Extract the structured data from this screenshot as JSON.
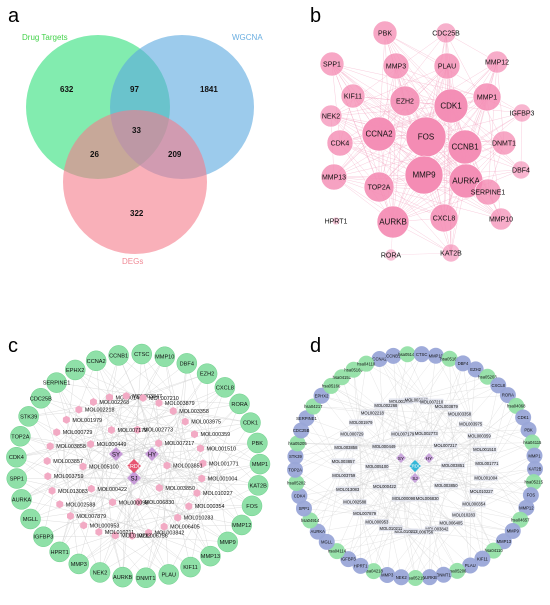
{
  "panels": {
    "a": {
      "label": "a",
      "sets": [
        {
          "name": "Drug Targets",
          "color": "#2ee07a",
          "label_color": "#43d24a"
        },
        {
          "name": "WGCNA",
          "color": "#5aa8e0",
          "label_color": "#6aaee0"
        },
        {
          "name": "DEGs",
          "color": "#f57b8a",
          "label_color": "#f08a96"
        }
      ],
      "regions": {
        "drug_only": "632",
        "wgcna_only": "1841",
        "degs_only": "322",
        "drug_wgcna": "97",
        "drug_degs": "26",
        "wgcna_degs": "209",
        "all_three": "33"
      }
    },
    "b": {
      "label": "b",
      "node_color": "#f48cb4",
      "edge_color": "#f3a2c0",
      "nodes": [
        {
          "name": "PBK",
          "size": 10
        },
        {
          "name": "CDC25B",
          "size": 8
        },
        {
          "name": "SPP1",
          "size": 10
        },
        {
          "name": "MMP3",
          "size": 11
        },
        {
          "name": "PLAU",
          "size": 11
        },
        {
          "name": "MMP12",
          "size": 9
        },
        {
          "name": "KIF11",
          "size": 10
        },
        {
          "name": "EZH2",
          "size": 13
        },
        {
          "name": "CDK1",
          "size": 15
        },
        {
          "name": "MMP1",
          "size": 12
        },
        {
          "name": "IGFBP3",
          "size": 7
        },
        {
          "name": "NEK2",
          "size": 9
        },
        {
          "name": "CCNA2",
          "size": 15
        },
        {
          "name": "FOS",
          "size": 18
        },
        {
          "name": "CCNB1",
          "size": 15
        },
        {
          "name": "DNMT1",
          "size": 10
        },
        {
          "name": "CDK4",
          "size": 11
        },
        {
          "name": "DBF4",
          "size": 7
        },
        {
          "name": "MMP13",
          "size": 11
        },
        {
          "name": "TOP2A",
          "size": 13
        },
        {
          "name": "MMP9",
          "size": 17
        },
        {
          "name": "AURKA",
          "size": 15
        },
        {
          "name": "SERPINE1",
          "size": 11
        },
        {
          "name": "HPRT1",
          "size": 2
        },
        {
          "name": "AURKB",
          "size": 14
        },
        {
          "name": "CXCL8",
          "size": 12
        },
        {
          "name": "MMP10",
          "size": 9
        },
        {
          "name": "RORA",
          "size": 4
        },
        {
          "name": "KAT2B",
          "size": 7
        }
      ]
    },
    "c": {
      "label": "c",
      "colors": {
        "target": "#8fe0a8",
        "compound": "#f2aac4",
        "herb": "#c79bd8",
        "center": "#e65570",
        "edge": "#cfcfcf"
      },
      "targets": [
        "CCNA2",
        "CCNB1",
        "CTSC",
        "MMP10",
        "DBF4",
        "EZH2",
        "CXCL8",
        "RORA",
        "CDK1",
        "PBK",
        "MMP1",
        "KAT2B",
        "FOS",
        "MMP12",
        "MMP9",
        "MMP13",
        "KIF11",
        "PLAU",
        "DNMT1",
        "AURKB",
        "NEK2",
        "MMP3",
        "HPRT1",
        "IGFBP3",
        "MGLL",
        "AURKA",
        "SPP1",
        "CDK4",
        "TOP2A",
        "STK39",
        "CDC25B",
        "SERPINE1",
        "EPHX2"
      ],
      "compounds_outer": [
        "MOL001439",
        "MOL003847",
        "MOL007210",
        "MOL003879",
        "MOL003358",
        "MOL003975",
        "MOL000359",
        "MOL001510",
        "MOL001771",
        "MOL001004",
        "MOL010227",
        "MOL000354",
        "MOL010283",
        "MOL006405",
        "MOL003842",
        "MOL006756",
        "MOL010212",
        "MOL010211",
        "MOL000953",
        "MOL007879",
        "MOL002588",
        "MOL013083",
        "MOL003759",
        "MOL003857",
        "MOL003858",
        "MOL000729",
        "MOL001979",
        "MOL002218",
        "MOL002268"
      ],
      "compounds_inner": [
        "MOL002773",
        "MOL007217",
        "MOL003851",
        "MOL003850",
        "MOL006830",
        "MOL000098",
        "MOL000422",
        "MOL005100",
        "MOL000449",
        "MOL007179"
      ],
      "herbs": [
        "SY",
        "HY",
        "SJ"
      ],
      "center": "ERDC"
    },
    "d": {
      "label": "d",
      "colors": {
        "target": "#9aa6d8",
        "compound": "#d8dbe8",
        "hsa": "#93e0a6",
        "center": "#34b8d8",
        "edge": "#d4d4d4"
      },
      "targets": [
        "CCNA2",
        "CCNB1",
        "CTSC",
        "MMP10",
        "DBF4",
        "EZH2",
        "CXCL8",
        "RORA",
        "CDK1",
        "PBK",
        "MMP1",
        "KAT2B",
        "FOS",
        "MMP12",
        "MMP9",
        "MMP13",
        "KIF11",
        "PLAU",
        "DNMT1",
        "AURKB",
        "NEK2",
        "MMP3",
        "HPRT1",
        "IGFBP3",
        "MGLL",
        "AURKA",
        "SPP1",
        "CDK4",
        "TOP2A",
        "STK39",
        "CDC25B",
        "SERPINE1",
        "EPHX2"
      ],
      "pathways": [
        "hsa05142",
        "hsa05161",
        "hsa05203",
        "hsa04068",
        "hsa04115",
        "hsa05215",
        "hsa04657",
        "hsa04110",
        "hsa05206",
        "hsa05219",
        "hsa04218",
        "hsa04114",
        "hsa04914",
        "hsa05202",
        "hsa05205",
        "hsa04217",
        "hsa05166",
        "hsa04151",
        "hsa05169",
        "hsa04110"
      ],
      "compounds": [
        "MOL001439",
        "MOL003847",
        "MOL007210",
        "MOL003879",
        "MOL003358",
        "MOL003975",
        "MOL000359",
        "MOL001510",
        "MOL001771",
        "MOL001004",
        "MOL010227",
        "MOL000354",
        "MOL010283",
        "MOL006405",
        "MOL003842",
        "MOL006756",
        "MOL010212",
        "MOL010211",
        "MOL000953",
        "MOL007879",
        "MOL002588",
        "MOL013083",
        "MOL003759",
        "MOL003857",
        "MOL003858",
        "MOL000729",
        "MOL001979",
        "MOL002218",
        "MOL002268",
        "MOL002773",
        "MOL007217",
        "MOL003851",
        "MOL003850",
        "MOL006830",
        "MOL000098",
        "MOL000422",
        "MOL005100",
        "MOL000449",
        "MOL007179"
      ],
      "herbs": [
        "SY",
        "HY",
        "SJ"
      ],
      "center": "ERDC"
    }
  }
}
